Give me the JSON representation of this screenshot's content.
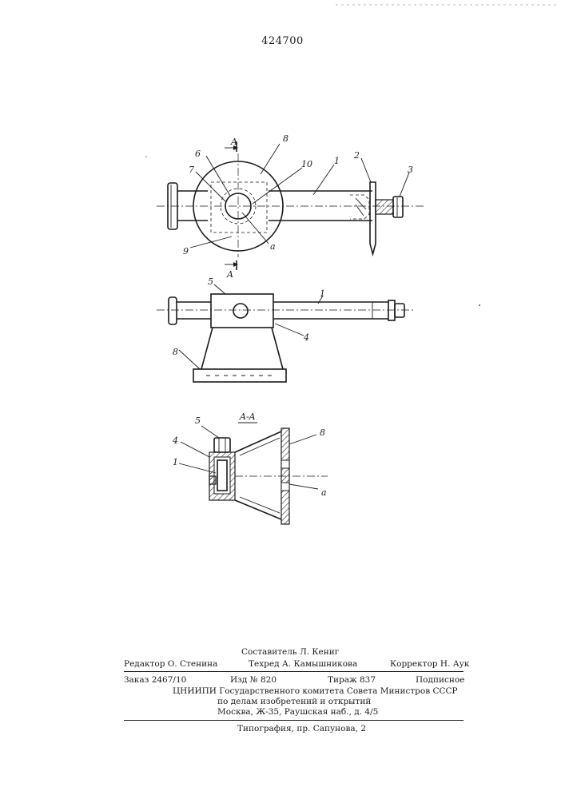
{
  "patent_number": "424700",
  "section_mark": "A",
  "section_title": "A-A",
  "labels": {
    "top_view": [
      "A",
      "8",
      "6",
      "10",
      "1",
      "2",
      "3",
      "7",
      "9",
      "a",
      "A"
    ],
    "side_view": [
      "5",
      "1",
      "4",
      "8"
    ],
    "section_view": [
      "5",
      "4",
      "1",
      "8",
      "a"
    ]
  },
  "imprint": {
    "compiler": "Составитель Л. Кениг",
    "editor": "Редактор О. Стенина",
    "techred": "Техред А. Камышникова",
    "corrector": "Корректор Н. Аук",
    "order": "Заказ 2467/10",
    "edition": "Изд № 820",
    "circulation": "Тираж 837",
    "subscription": "Подписное",
    "org_line1": "ЦНИИПИ Государственного комитета Совета Министров СССР",
    "org_line2": "по делам изобретений и открытий",
    "org_line3": "Москва, Ж-35, Раушская наб., д. 4/5",
    "printer": "Типография, пр. Сапунова, 2"
  }
}
